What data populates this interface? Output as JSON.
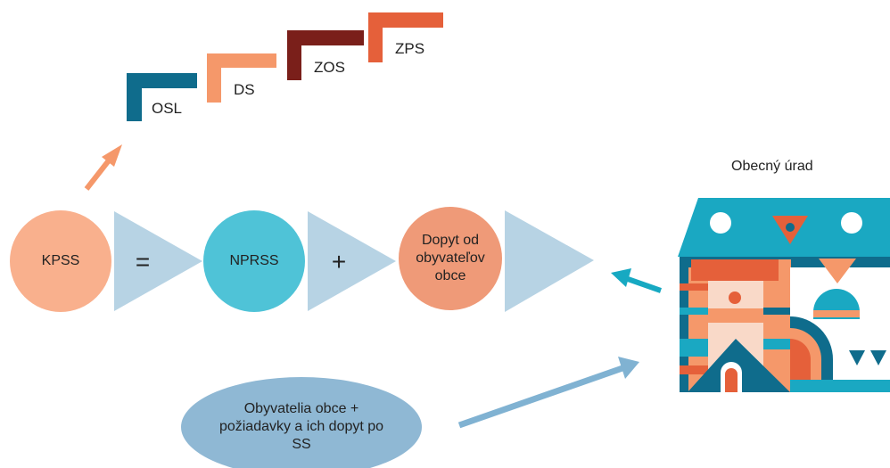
{
  "steps": [
    {
      "label": "OSL",
      "color": "#0f6c8c"
    },
    {
      "label": "DS",
      "color": "#f5986a"
    },
    {
      "label": "ZOS",
      "color": "#7a1f1a"
    },
    {
      "label": "ZPS",
      "color": "#e5603a"
    }
  ],
  "equation": {
    "kpss": "KPSS",
    "equals": "=",
    "nprss": "NPRSS",
    "plus": "+",
    "demand": "Dopyt od obyvateľov obce"
  },
  "office": {
    "label": "Obecný úrad"
  },
  "residents": {
    "label": "Obyvatelia obce + požiadavky a ich dopyt po SS"
  },
  "colors": {
    "kpss_fill": "#f9b08d",
    "nprss_fill": "#4fc3d7",
    "demand_fill": "#ef9a78",
    "triangle_fill": "#b7d3e4",
    "residents_fill": "#8fb8d4",
    "arrow_orange": "#f5986a",
    "arrow_teal": "#17a9c2",
    "arrow_blue": "#80b2d2"
  }
}
